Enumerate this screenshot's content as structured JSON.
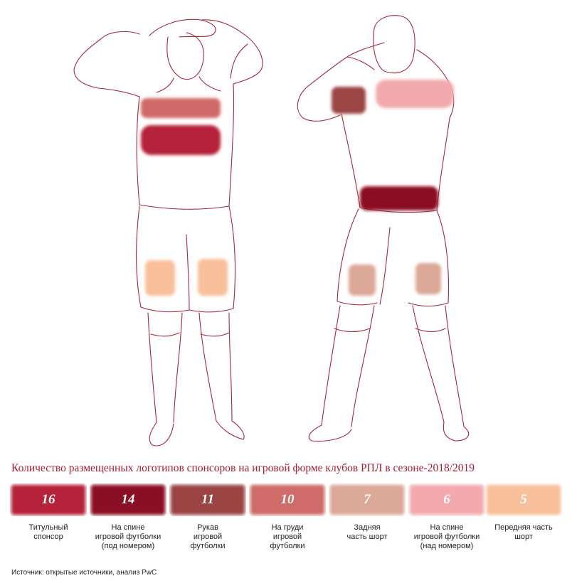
{
  "title": "Количество размещенных логотипов спонсоров на игровой форме клубов РПЛ в сезоне-2018/2019",
  "legend": [
    {
      "value": "16",
      "label": "Титульный\nспонсор",
      "color": "#b5223a"
    },
    {
      "value": "14",
      "label": "На спине\nигровой футболки\n(под номером)",
      "color": "#8b0f24"
    },
    {
      "value": "11",
      "label": "Рукав\nигровой\nфутболки",
      "color": "#9c4444"
    },
    {
      "value": "10",
      "label": "На груди\nигровой\nфутболки",
      "color": "#cf6b68"
    },
    {
      "value": "7",
      "label": "Задняя\nчасть шорт",
      "color": "#dca898"
    },
    {
      "value": "6",
      "label": "На спине\nигровой футболки\n(над номером)",
      "color": "#f3aaad"
    },
    {
      "value": "5",
      "label": "Передняя часть\nшорт",
      "color": "#f8c09b"
    }
  ],
  "source": "Источник: открытые источники, анализ PwC"
}
